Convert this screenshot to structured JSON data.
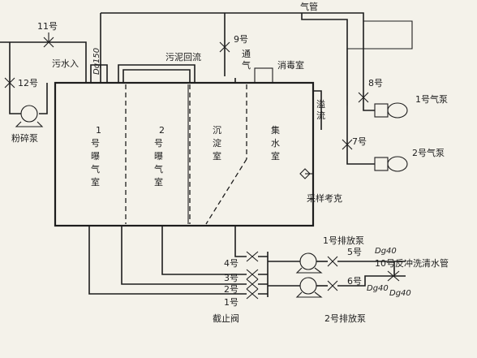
{
  "labels": {
    "air_pipe": "气管",
    "v11": "11号",
    "v12": "12号",
    "sewage_inlet": "污水入",
    "dg150": "Dg150",
    "sludge_return": "污泥回流",
    "v9": "9号",
    "vent_1": "通",
    "vent_2": "气",
    "disinfection": "消毒室",
    "overflow_1": "溢",
    "overflow_2": "流",
    "v8": "8号",
    "blower1": "1号气泵",
    "v7": "7号",
    "blower2": "2号气泵",
    "crusher": "粉碎泵",
    "room1": [
      "1",
      "号",
      "曝",
      "气",
      "室"
    ],
    "room2": [
      "2",
      "号",
      "曝",
      "气",
      "室"
    ],
    "room3": [
      "沉",
      "淀",
      "室"
    ],
    "room4": [
      "集",
      "水",
      "室"
    ],
    "sampling": "采样考克",
    "drain_pump1": "1号排放泵",
    "v5": "5号",
    "dg40_a": "Dg40",
    "backwash": "10号反冲洗清水管",
    "v6": "6号",
    "dg40_b": "Dg40",
    "dg40_c": "Dg40",
    "drain_pump2": "2号排放泵",
    "sv4": "4号",
    "sv3": "3号",
    "sv2": "2号",
    "sv1": "1号",
    "check_valve": "截止阀"
  }
}
